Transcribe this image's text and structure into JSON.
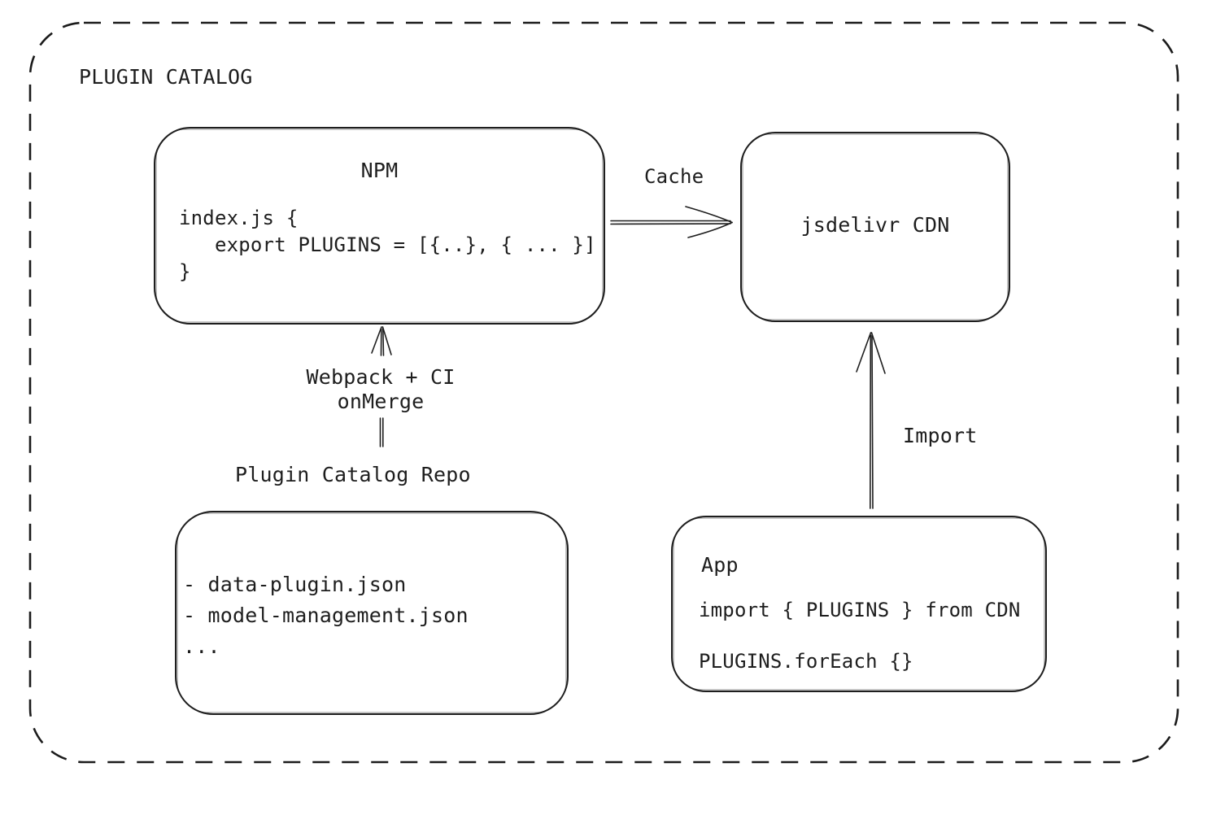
{
  "diagram": {
    "title": "PLUGIN CATALOG",
    "nodes": {
      "npm": {
        "title": "NPM",
        "code": "index.js {\n   export PLUGINS = [{..}, { ... }]\n}"
      },
      "cdn": {
        "label": "jsdelivr CDN"
      },
      "repo": {
        "label": "Plugin Catalog Repo",
        "files": "- data-plugin.json\n- model-management.json\n..."
      },
      "app": {
        "title": "App",
        "code_line1": "import { PLUGINS } from CDN",
        "code_line2": "PLUGINS.forEach {}"
      }
    },
    "edges": {
      "cache_label": "Cache",
      "build_label": "Webpack + CI\nonMerge",
      "import_label": "Import"
    },
    "colors": {
      "stroke": "#1e1e1e",
      "background": "#ffffff"
    }
  }
}
